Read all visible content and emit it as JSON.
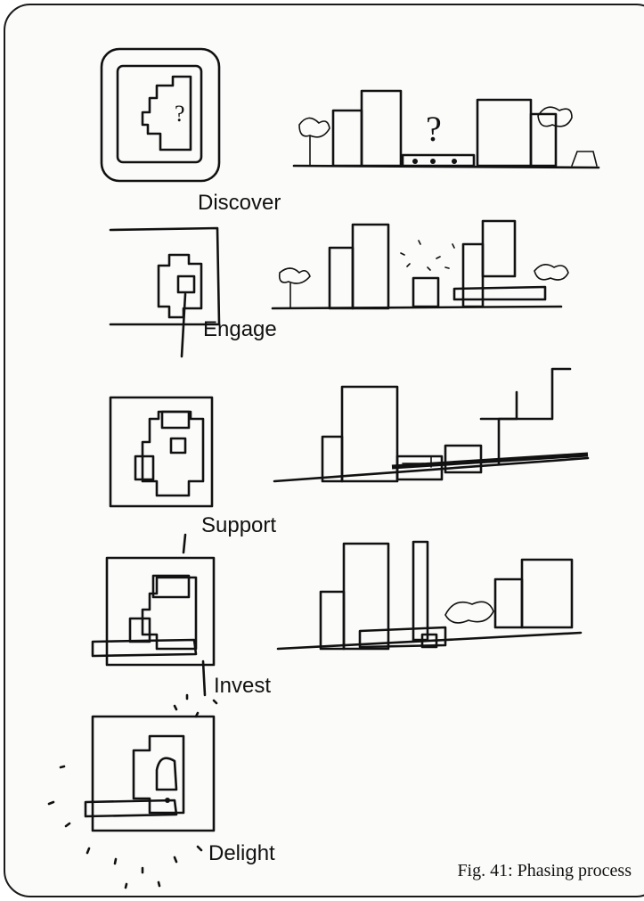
{
  "phases": [
    {
      "label": "Discover"
    },
    {
      "label": "Engage"
    },
    {
      "label": "Support"
    },
    {
      "label": "Invest"
    },
    {
      "label": "Delight"
    }
  ],
  "sketch_marks": {
    "question_mark": "?"
  },
  "caption": "Fig. 41: Phasing process"
}
